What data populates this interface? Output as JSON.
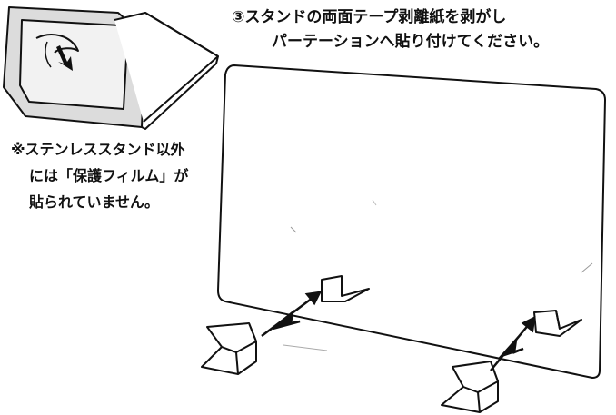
{
  "instruction": {
    "line1": "③スタンドの両面テープ剥離紙を剥がし",
    "line2": "パーテーションへ貼り付けてください。"
  },
  "note": {
    "line1": "※ステンレススタンド以外",
    "line2": "には「保護フィルム」が",
    "line3": "貼られていません。"
  },
  "colors": {
    "ink": "#111111",
    "background": "#ffffff",
    "inset_fill": "#dcdcdc"
  }
}
